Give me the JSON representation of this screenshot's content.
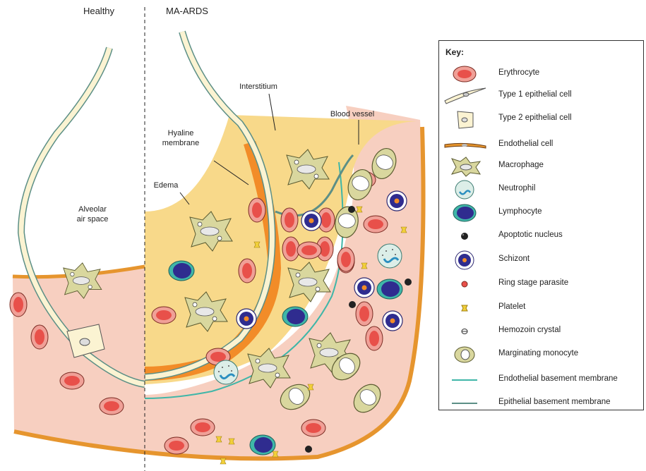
{
  "panels": {
    "left": "Healthy",
    "right": "MA-ARDS"
  },
  "labels": {
    "alveolar_space": [
      "Alveolar",
      "air space"
    ],
    "interstitium": "Interstitium",
    "blood_vessel": "Blood vessel",
    "hyaline_membrane": [
      "Hyaline",
      "membrane"
    ],
    "edema": "Edema"
  },
  "key": {
    "title": "Key:",
    "items": [
      {
        "icon": "erythrocyte-icon",
        "label": "Erythrocyte"
      },
      {
        "icon": "type1-epithelial-cell-icon",
        "label": "Type 1 epithelial cell"
      },
      {
        "icon": "type2-epithelial-cell-icon",
        "label": "Type 2 epithelial cell"
      },
      {
        "icon": "endothelial-cell-icon",
        "label": "Endothelial cell"
      },
      {
        "icon": "macrophage-icon",
        "label": "Macrophage"
      },
      {
        "icon": "neutrophil-icon",
        "label": "Neutrophil"
      },
      {
        "icon": "lymphocyte-icon",
        "label": "Lymphocyte"
      },
      {
        "icon": "apoptotic-nucleus-icon",
        "label": "Apoptotic nucleus"
      },
      {
        "icon": "schizont-icon",
        "label": "Schizont"
      },
      {
        "icon": "ring-stage-parasite-icon",
        "label": "Ring stage parasite"
      },
      {
        "icon": "platelet-icon",
        "label": "Platelet"
      },
      {
        "icon": "hemozoin-crystal-icon",
        "label": "Hemozoin crystal"
      },
      {
        "icon": "marginating-monocyte-icon",
        "label": "Marginating monocyte"
      },
      {
        "icon": "endothelial-basement-membrane-icon",
        "label": "Endothelial basement membrane"
      },
      {
        "icon": "epithelial-basement-membrane-icon",
        "label": "Epithelial basement membrane"
      }
    ]
  },
  "colors": {
    "erythrocyte": "#e8504a",
    "interstitium": "#f8d98a",
    "vessel": "#f7cfc0",
    "epithelium": "#fbf3d2",
    "hyaline": "#f28c28",
    "endothelium": "#e6952e",
    "macrophage": "#d9d79e",
    "lymphocyte": "#2f2c8f",
    "endo_membrane": "#3fb6a8",
    "epi_membrane": "#5c8f86"
  }
}
